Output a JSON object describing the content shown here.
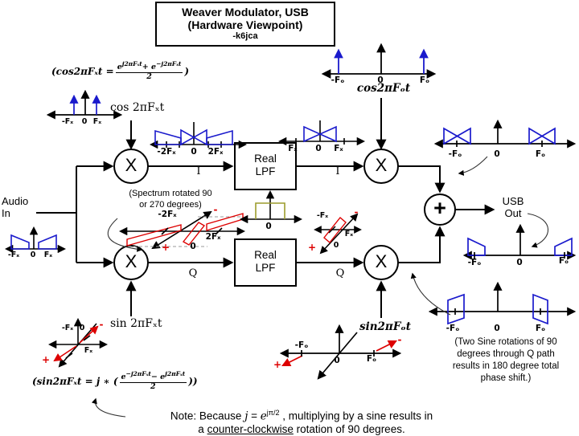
{
  "colors": {
    "accent_blue": "#1a1acc",
    "accent_red": "#dd0000",
    "filter_olive": "#9c9c2c",
    "line_black": "#000000",
    "dashed_gray": "#999999"
  },
  "title": {
    "line1": "Weaver Modulator, USB",
    "line2": "(Hardware Viewpoint)",
    "line3": "-k6jca"
  },
  "blocks": {
    "lpf_line1": "Real",
    "lpf_line2": "LPF",
    "mixer": "X",
    "adder": "+",
    "i_label": "I",
    "q_label": "Q"
  },
  "io": {
    "audio_line1": "Audio",
    "audio_line2": "In",
    "usb_line1": "USB",
    "usb_line2": "Out"
  },
  "captions": {
    "cos_fx": "cos 2πFₓt",
    "cos_fo": "cos2πFₒt",
    "sin_fx": "sin 2πFₓt",
    "sin_fo": "sin2πFₒt"
  },
  "formulas": {
    "cos": {
      "prefix": "(cos2πFₓt =",
      "num": [
        {
          "t": "e"
        },
        {
          "t": "j2πFₓt",
          "v": "sup"
        },
        {
          "t": "+ e"
        },
        {
          "t": "−j2πFₓt",
          "v": "sup"
        }
      ],
      "den": "2",
      "suffix": ")"
    },
    "sin": {
      "prefix": "(sin2πFₓt = j ∗ (",
      "num": [
        {
          "t": "e"
        },
        {
          "t": "−j2πFₓt",
          "v": "sup"
        },
        {
          "t": "− e"
        },
        {
          "t": "j2πFₓt",
          "v": "sup"
        }
      ],
      "den": "2",
      "suffix": "))"
    }
  },
  "note": {
    "line1": [
      {
        "t": "Note:  Because "
      },
      {
        "t": "j",
        "v": "i"
      },
      {
        "t": " = "
      },
      {
        "t": "e",
        "v": "i"
      },
      {
        "t": "jπ/2",
        "v": "sup"
      },
      {
        "t": " , multiplying by a sine results in"
      }
    ],
    "line2": [
      {
        "t": "a "
      },
      {
        "t": "counter-clockwise",
        "v": "u"
      },
      {
        "t": " rotation of 90 degrees."
      }
    ]
  },
  "annotations": {
    "rotated": [
      "(Spectrum rotated 90",
      "or 270 degrees)"
    ],
    "two_sine": [
      "(Two Sine rotations of 90",
      "degrees through Q path",
      "results in 180 degree total",
      "phase shift.)"
    ]
  },
  "spectra": {
    "a": {
      "m": "-Fₓ",
      "z": "0",
      "p": "Fₓ"
    },
    "b": {
      "m": "-Fₓ",
      "z": "0",
      "p": "Fₓ"
    },
    "c": {
      "m": "-2Fₓ",
      "z": "0",
      "p": "2Fₓ"
    },
    "d": {
      "m": "Fₓ",
      "z": "0",
      "p": "Fₓ"
    },
    "e": {
      "m": "-Fₒ",
      "z": "0",
      "p": "Fₒ"
    },
    "f": {
      "m": "-Fₒ",
      "z": "0",
      "p": "Fₒ"
    },
    "g": {
      "m": "-Fₒ",
      "z": "0",
      "p": "Fₒ"
    },
    "h": {
      "m": "-Fₓ",
      "z": "0",
      "p": "Fₓ",
      "plus": "+",
      "minus": "-"
    },
    "i": {
      "m": "-2Fₓ",
      "z": "0",
      "p": "2Fₓ",
      "plus": "+",
      "minus": "-"
    },
    "j": {
      "z": "0"
    },
    "k": {
      "m": "-Fₓ",
      "z": "0",
      "p": "Fₓ",
      "plus": "+",
      "minus": "-"
    },
    "l": {
      "m": "-Fₒ",
      "z": "0",
      "p": "Fₒ"
    },
    "m": {
      "m": "-Fₒ",
      "z": "0",
      "p": "Fₒ",
      "plus": "+",
      "minus": "-"
    }
  }
}
